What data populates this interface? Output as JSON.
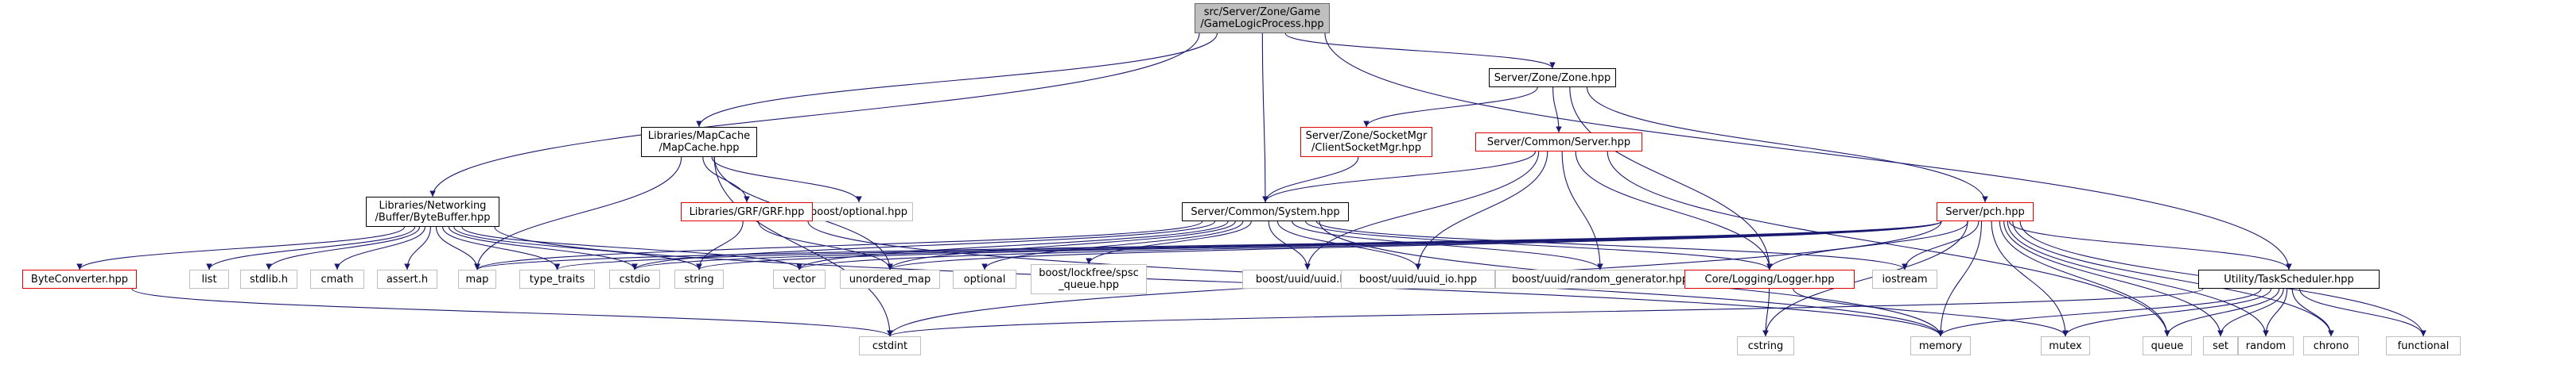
{
  "nodes": {
    "main": [
      "src/Server/Zone/Game",
      "/GameLogicProcess.hpp"
    ],
    "zone": [
      "Server/Zone/Zone.hpp"
    ],
    "mapcache": [
      "Libraries/MapCache",
      "/MapCache.hpp"
    ],
    "socketmgr": [
      "Server/Zone/SocketMgr",
      "/ClientSocketMgr.hpp"
    ],
    "server": [
      "Server/Common/Server.hpp"
    ],
    "bytebuffer": [
      "Libraries/Networking",
      "/Buffer/ByteBuffer.hpp"
    ],
    "boost_optional": [
      "boost/optional.hpp"
    ],
    "grf": [
      "Libraries/GRF/GRF.hpp"
    ],
    "system": [
      "Server/Common/System.hpp"
    ],
    "pch": [
      "Server/pch.hpp"
    ],
    "byteconverter": [
      "ByteConverter.hpp"
    ],
    "list": [
      "list"
    ],
    "stdlib": [
      "stdlib.h"
    ],
    "cmath": [
      "cmath"
    ],
    "assert": [
      "assert.h"
    ],
    "map": [
      "map"
    ],
    "type_traits": [
      "type_traits"
    ],
    "cstdio": [
      "cstdio"
    ],
    "string": [
      "string"
    ],
    "vector": [
      "vector"
    ],
    "unordered_map": [
      "unordered_map"
    ],
    "optional": [
      "optional"
    ],
    "lockfree": [
      "boost/lockfree/spsc",
      "_queue.hpp"
    ],
    "uuid": [
      "boost/uuid/uuid.hpp"
    ],
    "uuid_io": [
      "boost/uuid/uuid_io.hpp"
    ],
    "random_gen": [
      "boost/uuid/random_generator.hpp"
    ],
    "logger": [
      "Core/Logging/Logger.hpp"
    ],
    "iostream": [
      "iostream"
    ],
    "taskscheduler": [
      "Utility/TaskScheduler.hpp"
    ],
    "cstdint": [
      "cstdint"
    ],
    "cstring": [
      "cstring"
    ],
    "memory": [
      "memory"
    ],
    "mutex": [
      "mutex"
    ],
    "queue": [
      "queue"
    ],
    "set": [
      "set"
    ],
    "random": [
      "random"
    ],
    "chrono": [
      "chrono"
    ],
    "functional": [
      "functional"
    ]
  },
  "edges": [
    [
      "main",
      "zone"
    ],
    [
      "main",
      "mapcache"
    ],
    [
      "main",
      "bytebuffer"
    ],
    [
      "main",
      "system"
    ],
    [
      "main",
      "taskscheduler"
    ],
    [
      "zone",
      "socketmgr"
    ],
    [
      "zone",
      "server"
    ],
    [
      "zone",
      "pch"
    ],
    [
      "zone",
      "logger"
    ],
    [
      "mapcache",
      "grf"
    ],
    [
      "mapcache",
      "boost_optional"
    ],
    [
      "mapcache",
      "map"
    ],
    [
      "mapcache",
      "unordered_map"
    ],
    [
      "mapcache",
      "cstdint"
    ],
    [
      "socketmgr",
      "system"
    ],
    [
      "server",
      "system"
    ],
    [
      "server",
      "logger"
    ],
    [
      "server",
      "uuid"
    ],
    [
      "server",
      "uuid_io"
    ],
    [
      "server",
      "random_gen"
    ],
    [
      "server",
      "queue"
    ],
    [
      "bytebuffer",
      "byteconverter"
    ],
    [
      "bytebuffer",
      "list"
    ],
    [
      "bytebuffer",
      "stdlib"
    ],
    [
      "bytebuffer",
      "cmath"
    ],
    [
      "bytebuffer",
      "assert"
    ],
    [
      "bytebuffer",
      "map"
    ],
    [
      "bytebuffer",
      "type_traits"
    ],
    [
      "bytebuffer",
      "cstdio"
    ],
    [
      "bytebuffer",
      "string"
    ],
    [
      "bytebuffer",
      "vector"
    ],
    [
      "bytebuffer",
      "memory"
    ],
    [
      "grf",
      "string"
    ],
    [
      "grf",
      "unordered_map"
    ],
    [
      "grf",
      "memory"
    ],
    [
      "system",
      "map"
    ],
    [
      "system",
      "vector"
    ],
    [
      "system",
      "unordered_map"
    ],
    [
      "system",
      "optional"
    ],
    [
      "system",
      "lockfree"
    ],
    [
      "system",
      "uuid"
    ],
    [
      "system",
      "uuid_io"
    ],
    [
      "system",
      "random_gen"
    ],
    [
      "system",
      "logger"
    ],
    [
      "system",
      "iostream"
    ],
    [
      "system",
      "memory"
    ],
    [
      "system",
      "cstdio"
    ],
    [
      "pch",
      "map"
    ],
    [
      "pch",
      "type_traits"
    ],
    [
      "pch",
      "cstdio"
    ],
    [
      "pch",
      "string"
    ],
    [
      "pch",
      "vector"
    ],
    [
      "pch",
      "unordered_map"
    ],
    [
      "pch",
      "iostream"
    ],
    [
      "pch",
      "memory"
    ],
    [
      "pch",
      "cstring"
    ],
    [
      "pch",
      "cstdint"
    ],
    [
      "pch",
      "logger"
    ],
    [
      "pch",
      "taskscheduler"
    ],
    [
      "pch",
      "mutex"
    ],
    [
      "pch",
      "queue"
    ],
    [
      "pch",
      "set"
    ],
    [
      "pch",
      "random"
    ],
    [
      "pch",
      "chrono"
    ],
    [
      "pch",
      "functional"
    ],
    [
      "byteconverter",
      "cstdint"
    ],
    [
      "logger",
      "cstring"
    ],
    [
      "logger",
      "mutex"
    ],
    [
      "taskscheduler",
      "cstdint"
    ],
    [
      "taskscheduler",
      "memory"
    ],
    [
      "taskscheduler",
      "mutex"
    ],
    [
      "taskscheduler",
      "queue"
    ],
    [
      "taskscheduler",
      "set"
    ],
    [
      "taskscheduler",
      "random"
    ],
    [
      "taskscheduler",
      "chrono"
    ],
    [
      "taskscheduler",
      "functional"
    ]
  ],
  "colors": {
    "edge": "#191970",
    "main_fill": "#bfbfbf",
    "main_border": "#666666",
    "normal_border": "#000000",
    "red_border": "#e00000",
    "external_border": "#bfbfbf"
  }
}
